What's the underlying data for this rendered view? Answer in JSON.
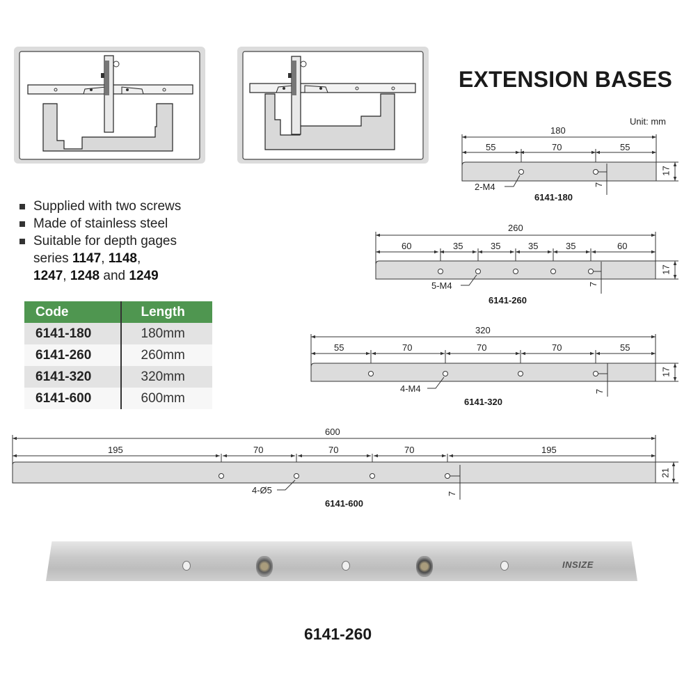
{
  "header": {
    "title": "EXTENSION BASES",
    "unit": "Unit: mm"
  },
  "usage_illustrations": [
    {
      "name": "usage-centered",
      "description": "Depth gage mounted at center of extension base over stepped workpiece"
    },
    {
      "name": "usage-offset",
      "description": "Depth gage mounted at left end of extension base over stepped workpiece"
    }
  ],
  "features": {
    "items": [
      "Supplied with two screws",
      "Made of stainless steel",
      "Suitable for depth gages"
    ],
    "series_line1_prefix": "series ",
    "series_line1_a": "1147",
    "series_line1_sep": ", ",
    "series_line1_b": "1148",
    "series_line1_suffix": ",",
    "series_line2_a": "1247",
    "series_line2_sep": ", ",
    "series_line2_b": "1248",
    "series_line2_and": " and ",
    "series_line2_c": "1249"
  },
  "spec_table": {
    "headers": [
      "Code",
      "Length"
    ],
    "rows": [
      [
        "6141-180",
        "180mm"
      ],
      [
        "6141-260",
        "260mm"
      ],
      [
        "6141-320",
        "320mm"
      ],
      [
        "6141-600",
        "600mm"
      ]
    ],
    "header_color": "#4f9650"
  },
  "drawings": [
    {
      "code": "6141-180",
      "total": "180",
      "segments": [
        "55",
        "70",
        "55"
      ],
      "holes_label": "2-M4",
      "height": "17",
      "hole_offset": "7"
    },
    {
      "code": "6141-260",
      "total": "260",
      "segments": [
        "60",
        "35",
        "35",
        "35",
        "35",
        "60"
      ],
      "holes_label": "5-M4",
      "height": "17",
      "hole_offset": "7"
    },
    {
      "code": "6141-320",
      "total": "320",
      "segments": [
        "55",
        "70",
        "70",
        "70",
        "55"
      ],
      "holes_label": "4-M4",
      "height": "17",
      "hole_offset": "7"
    },
    {
      "code": "6141-600",
      "total": "600",
      "segments": [
        "195",
        "70",
        "70",
        "70",
        "195"
      ],
      "holes_label": "4-Ø5",
      "height": "21",
      "hole_offset": "7"
    }
  ],
  "photo": {
    "caption": "6141-260",
    "brand": "INSIZE"
  }
}
